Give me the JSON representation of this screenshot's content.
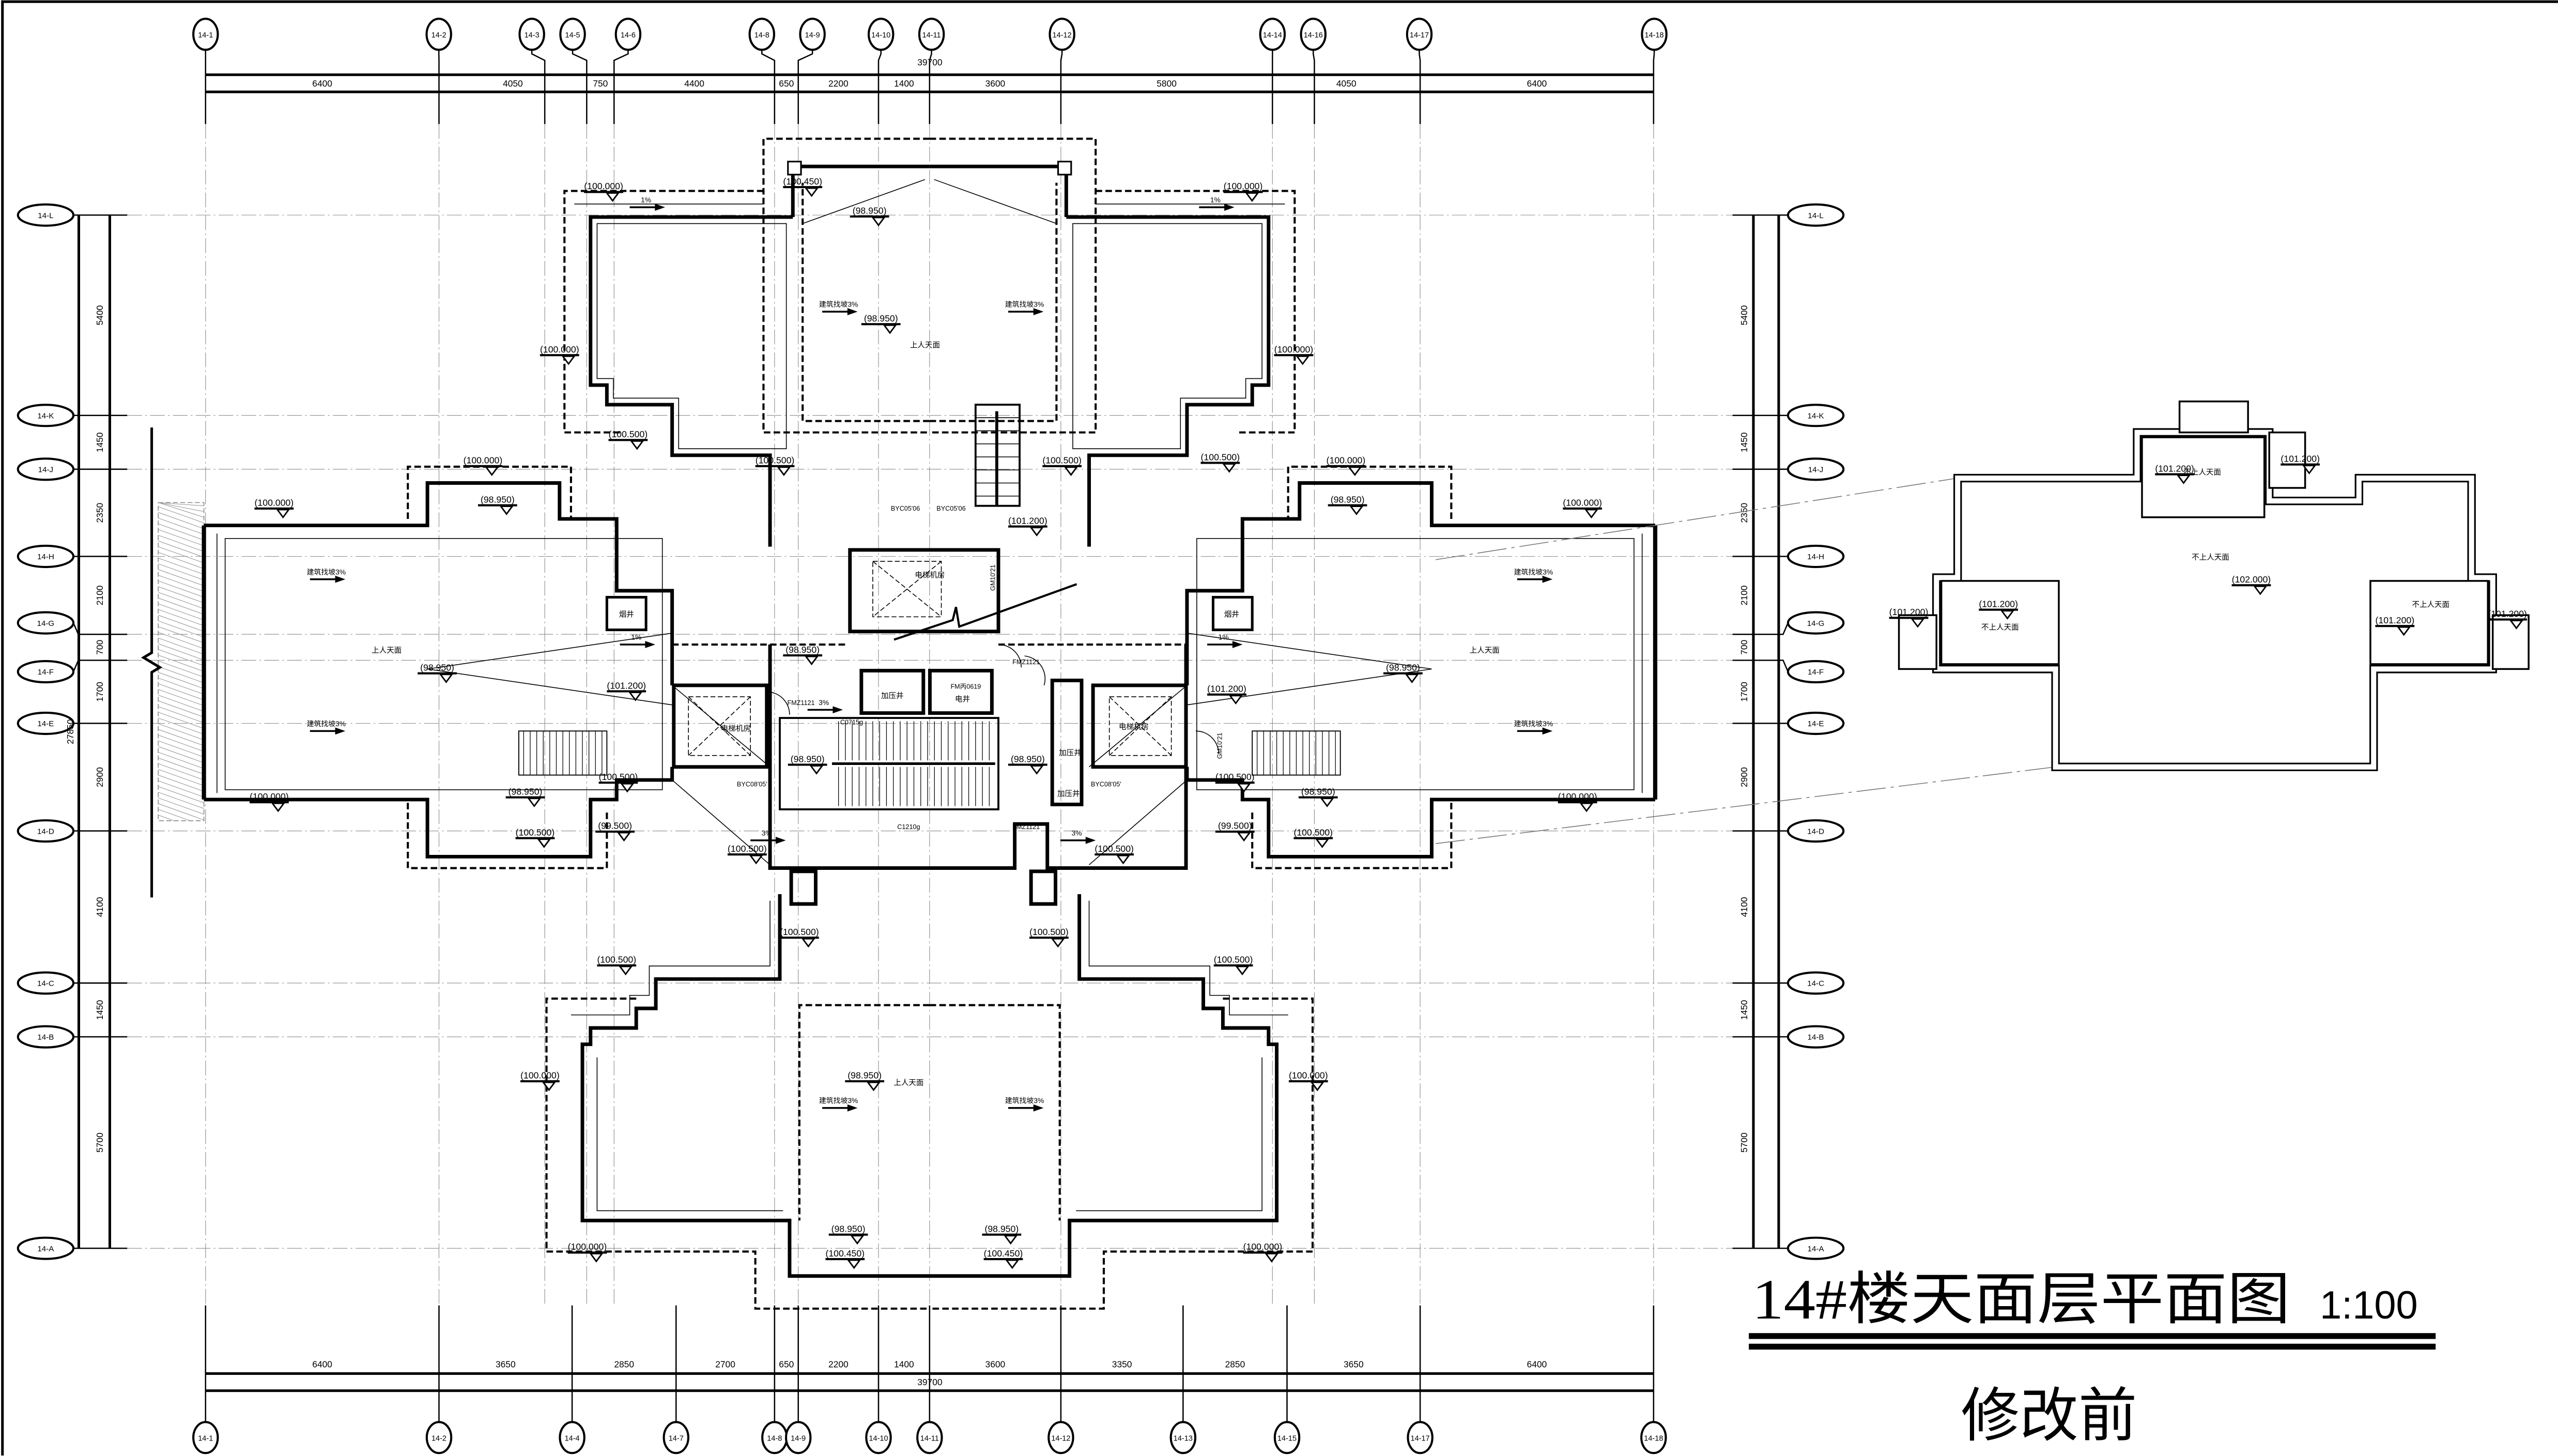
{
  "drawing": {
    "title": "14#楼天面层平面图",
    "scale": "1:100",
    "status": "修改前"
  },
  "axes": {
    "top": {
      "labels": [
        "14-1",
        "14-2",
        "14-3",
        "14-5",
        "14-6",
        "14-8",
        "14-9",
        "14-10",
        "14-11",
        "14-12",
        "14-14",
        "14-16",
        "14-17",
        "14-18"
      ],
      "dims": [
        "6400",
        "4050",
        "750",
        "4400",
        "650",
        "2200",
        "1400",
        "3600",
        "5800",
        "4050",
        "6400"
      ],
      "total": "39700"
    },
    "bottom": {
      "labels": [
        "14-1",
        "14-2",
        "14-4",
        "14-7",
        "14-8",
        "14-9",
        "14-10",
        "14-11",
        "14-12",
        "14-13",
        "14-15",
        "14-17",
        "14-18"
      ],
      "dims": [
        "6400",
        "3650",
        "2850",
        "2700",
        "650",
        "2200",
        "1400",
        "3600",
        "3350",
        "2850",
        "3650",
        "6400"
      ],
      "total": "39700"
    },
    "left": {
      "labels": [
        "14-L",
        "14-K",
        "14-J",
        "14-H",
        "14-G",
        "14-F",
        "14-E",
        "14-D",
        "14-C",
        "14-B",
        "14-A"
      ],
      "dims": [
        "5400",
        "1450",
        "2350",
        "2100",
        "700",
        "1700",
        "2900",
        "4100",
        "1450",
        "5700"
      ],
      "total": "27850"
    },
    "right": {
      "labels": [
        "14-L",
        "14-K",
        "14-J",
        "14-H",
        "14-G",
        "14-F",
        "14-E",
        "14-D",
        "14-C",
        "14-B",
        "14-A"
      ],
      "dims": [
        "5400",
        "1450",
        "2350",
        "2100",
        "700",
        "1700",
        "2900",
        "4100",
        "1450",
        "5700"
      ]
    }
  },
  "elevations": [
    "(100.000)",
    "(100.450)",
    "(98.950)",
    "(100.000)",
    "(98.950)",
    "(100.000)",
    "(100.000)",
    "(100.500)",
    "(100.500)",
    "(100.500)",
    "(100.500)",
    "(100.000)",
    "(100.000)",
    "(98.950)",
    "(98.950)",
    "(100.000)",
    "(100.000)",
    "(101.200)",
    "(98.950)",
    "(98.950)",
    "(98.950)",
    "(101.200)",
    "(101.200)",
    "(98.950)",
    "(98.950)",
    "(100.500)",
    "(100.500)",
    "(100.000)",
    "(100.000)",
    "(98.950)",
    "(98.950)",
    "(99.500)",
    "(99.500)",
    "(100.500)",
    "(100.500)",
    "(100.500)",
    "(100.500)",
    "(100.500)",
    "(100.500)",
    "(100.500)",
    "(100.500)",
    "(100.000)",
    "(100.000)",
    "(98.950)",
    "(98.950)",
    "(98.950)",
    "(100.450)",
    "(100.450)",
    "(100.000)",
    "(100.000)"
  ],
  "rooms": [
    "上人天面",
    "上人天面",
    "上人天面",
    "上人天面",
    "电梯机房",
    "电梯机房",
    "电梯机房",
    "加压井",
    "加压井",
    "加压井",
    "电井",
    "烟井",
    "烟井"
  ],
  "openings": [
    "BYC05'06",
    "BYC05'06",
    "BYC08'05'",
    "BYC08'05'",
    "GM10'21",
    "GM10'21",
    "FMZ1121",
    "FMZ1121",
    "FMZ1121",
    "FM丙0619",
    "C0715g",
    "C1210g"
  ],
  "slopes": [
    "建筑找坡3%",
    "建筑找坡3%",
    "建筑找坡3%",
    "建筑找坡3%",
    "建筑找坡3%",
    "建筑找坡3%",
    "建筑找坡3%",
    "建筑找坡3%",
    "1%",
    "1%",
    "1%",
    "1%",
    "3%",
    "3%",
    "3%"
  ],
  "detail": {
    "elevations": [
      "(101.200)",
      "(101.200)",
      "(102.000)",
      "(101.200)",
      "(101.200)",
      "(101.200)",
      "(101.200)"
    ],
    "rooms": [
      "不上人天面",
      "不上人天面",
      "不上人天面",
      "不上人天面"
    ]
  }
}
